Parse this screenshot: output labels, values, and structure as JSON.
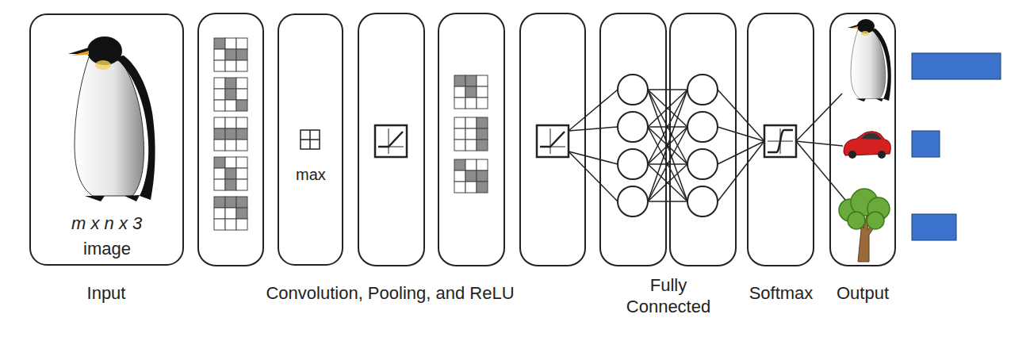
{
  "diagram": {
    "nodes": [
      {
        "text": [
          "m x n x 3",
          "image"
        ]
      },
      {
        "text": [
          "max"
        ]
      }
    ],
    "labels": [
      "Input",
      "Convolution, Pooling, and ReLU",
      "Fully Connected",
      "Softmax",
      "Output"
    ]
  }
}
